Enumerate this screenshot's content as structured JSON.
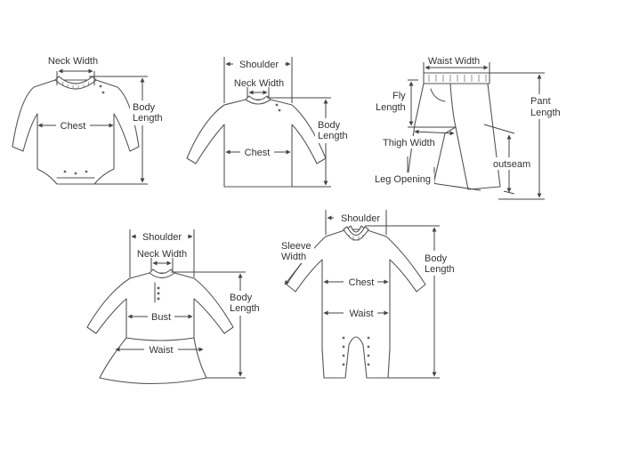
{
  "garments": {
    "bodysuit": {
      "neck_width": "Neck Width",
      "chest": "Chest",
      "body_length_1": "Body",
      "body_length_2": "Length"
    },
    "shirt": {
      "shoulder": "Shoulder",
      "neck_width": "Neck Width",
      "chest": "Chest",
      "body_length_1": "Body",
      "body_length_2": "Length"
    },
    "pants": {
      "waist_width": "Waist Width",
      "fly_length_1": "Fly",
      "fly_length_2": "Length",
      "pant_length_1": "Pant",
      "pant_length_2": "Length",
      "thigh_width": "Thigh Width",
      "outseam": "outseam",
      "leg_opening": "Leg Opening"
    },
    "dress": {
      "shoulder": "Shoulder",
      "neck_width": "Neck Width",
      "bust": "Bust",
      "waist": "Waist",
      "body_length_1": "Body",
      "body_length_2": "Length"
    },
    "romper": {
      "shoulder": "Shoulder",
      "sleeve_width_1": "Sleeve",
      "sleeve_width_2": "Width",
      "chest": "Chest",
      "waist": "Waist",
      "body_length_1": "Body",
      "body_length_2": "Length"
    }
  }
}
